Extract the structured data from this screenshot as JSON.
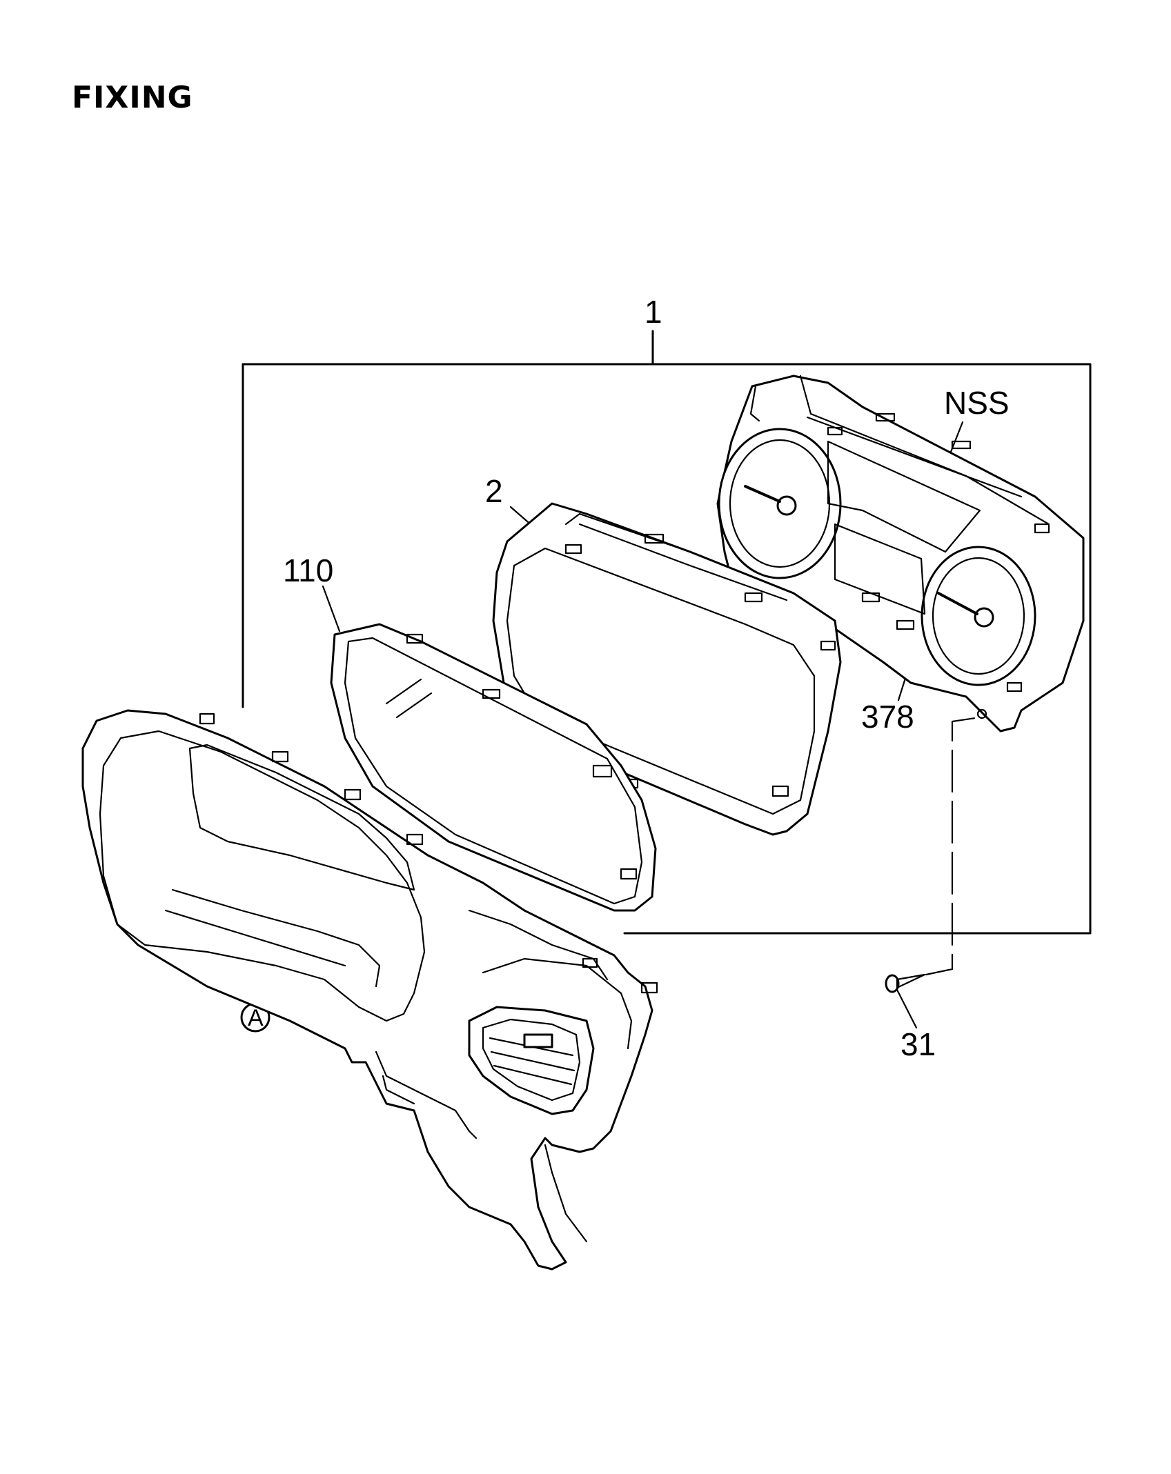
{
  "header": {
    "title": "FIXING"
  },
  "callouts": {
    "assembly": "1",
    "bezel": "2",
    "lens": "110",
    "cluster": "NSS",
    "gauge": "378",
    "screw": "31",
    "ref_a": "A"
  },
  "colors": {
    "line": "#000000",
    "background": "#ffffff"
  }
}
